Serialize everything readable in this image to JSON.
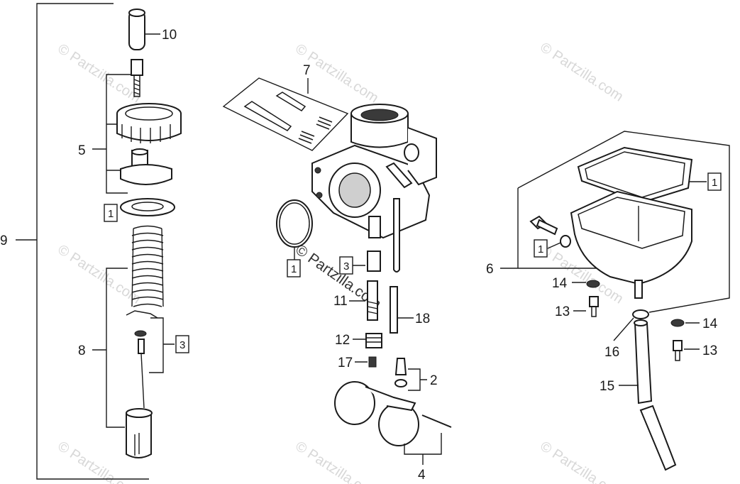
{
  "watermark": {
    "text": "© Partzilla.com",
    "prominent_text": "© Partzilla.com"
  },
  "callouts": {
    "c10": "10",
    "c5": "5",
    "c1_left": "1",
    "c9": "9",
    "c3_left": "3",
    "c8": "8",
    "c7": "7",
    "c1_mid": "1",
    "c3_mid": "3",
    "c11": "11",
    "c18": "18",
    "c12": "12",
    "c17": "17",
    "c2": "2",
    "c4": "4",
    "c1_right_top": "1",
    "c1_right_mid": "1",
    "c6": "6",
    "c14_a": "14",
    "c13_a": "13",
    "c16": "16",
    "c14_b": "14",
    "c13_b": "13",
    "c15": "15"
  },
  "colors": {
    "ink": "#1a1a1a",
    "watermark": "#d8d8d8",
    "background": "#ffffff"
  }
}
